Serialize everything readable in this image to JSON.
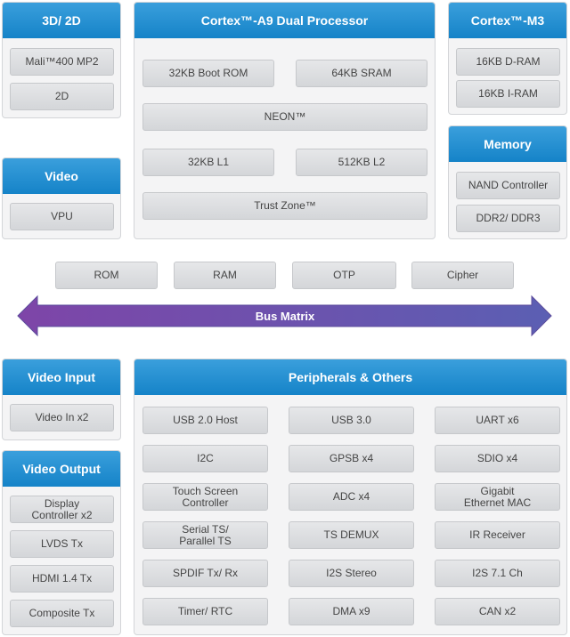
{
  "blocks": {
    "gpu": {
      "title": "3D/ 2D",
      "items": [
        "Mali™400 MP2",
        "2D"
      ]
    },
    "cpu": {
      "title": "Cortex™-A9 Dual Processor",
      "items": [
        "32KB Boot ROM",
        "64KB SRAM",
        "NEON™",
        "32KB L1",
        "512KB L2",
        "Trust Zone™"
      ]
    },
    "mcu": {
      "title": "Cortex™-M3",
      "items": [
        "16KB D-RAM",
        "16KB I-RAM"
      ]
    },
    "video": {
      "title": "Video",
      "items": [
        "VPU"
      ]
    },
    "memory": {
      "title": "Memory",
      "items": [
        "NAND Controller",
        "DDR2/ DDR3"
      ]
    },
    "video_input": {
      "title": "Video Input",
      "items": [
        "Video In x2"
      ]
    },
    "video_output": {
      "title": "Video Output",
      "items": [
        "Display\nController x2",
        "LVDS Tx",
        "HDMI 1.4 Tx",
        "Composite Tx"
      ]
    },
    "peripherals": {
      "title": "Peripherals & Others",
      "items": [
        "USB 2.0 Host",
        "USB 3.0",
        "UART x6",
        "I2C",
        "GPSB x4",
        "SDIO x4",
        "Touch Screen\nController",
        "ADC x4",
        "Gigabit\nEthernet MAC",
        "Serial TS/\nParallel TS",
        "TS DEMUX",
        "IR Receiver",
        "SPDIF Tx/ Rx",
        "I2S Stereo",
        "I2S 7.1 Ch",
        "Timer/ RTC",
        "DMA x9",
        "CAN x2"
      ]
    }
  },
  "bus": {
    "items": [
      "ROM",
      "RAM",
      "OTP",
      "Cipher"
    ],
    "label": "Bus Matrix"
  },
  "colors": {
    "header_blue": "#1f8fd3",
    "bus_purple_start": "#7e45a8",
    "bus_purple_end": "#5b5fb3",
    "chip_gray": "#dcdde0"
  }
}
